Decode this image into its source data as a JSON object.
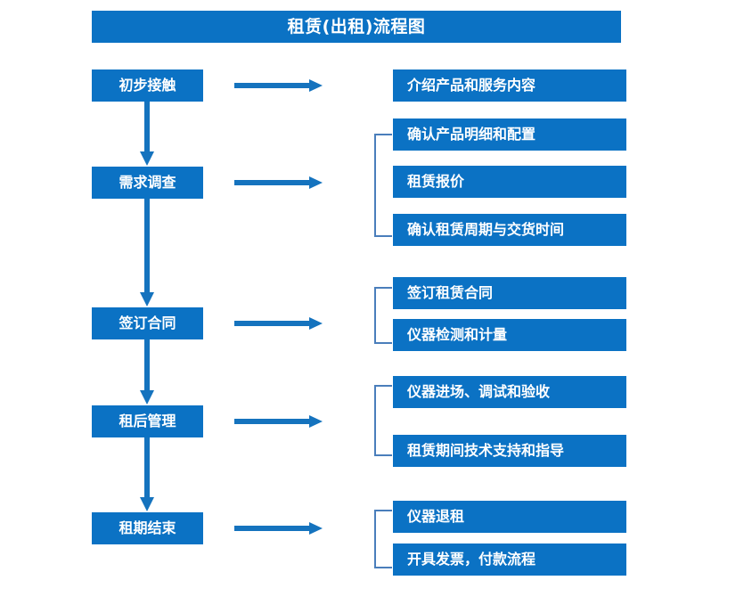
{
  "title": {
    "text": "租赁(出租)流程图"
  },
  "colors": {
    "box_blue": "#0B72C4",
    "arrow_blue": "#1573BE",
    "bracket_blue": "#4A7EBB",
    "text_white": "#FFFFFF",
    "background": "#FFFFFF"
  },
  "chart_data": {
    "type": "diagram",
    "title": "租赁(出租)流程图",
    "stages": [
      {
        "stage": "初步接触",
        "details": [
          "介绍产品和服务内容"
        ],
        "has_bracket": false
      },
      {
        "stage": "需求调查",
        "details": [
          "确认产品明细和配置",
          "租赁报价",
          "确认租赁周期与交货时间"
        ],
        "has_bracket": true
      },
      {
        "stage": "签订合同",
        "details": [
          "签订租赁合同",
          "仪器检测和计量"
        ],
        "has_bracket": true
      },
      {
        "stage": "租后管理",
        "details": [
          "仪器进场、调试和验收",
          "租赁期间技术支持和指导"
        ],
        "has_bracket": true
      },
      {
        "stage": "租期结束",
        "details": [
          "仪器退租",
          "开具发票，付款流程"
        ],
        "has_bracket": true
      }
    ]
  },
  "stages": [
    {
      "label": "初步接触"
    },
    {
      "label": "需求调查"
    },
    {
      "label": "签订合同"
    },
    {
      "label": "租后管理"
    },
    {
      "label": "租期结束"
    }
  ],
  "details": [
    {
      "label": "介绍产品和服务内容"
    },
    {
      "label": "确认产品明细和配置"
    },
    {
      "label": "租赁报价"
    },
    {
      "label": "确认租赁周期与交货时间"
    },
    {
      "label": "签订租赁合同"
    },
    {
      "label": "仪器检测和计量"
    },
    {
      "label": "仪器进场、调试和验收"
    },
    {
      "label": "租赁期间技术支持和指导"
    },
    {
      "label": "仪器退租"
    },
    {
      "label": "开具发票，付款流程"
    }
  ]
}
